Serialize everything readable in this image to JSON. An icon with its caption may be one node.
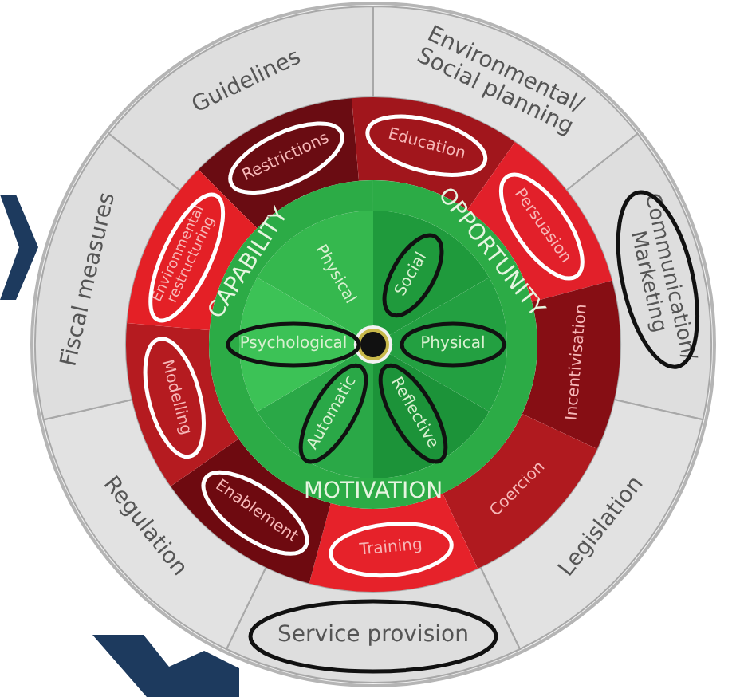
{
  "diagram": {
    "nodes": [
      {
        "text": [
          "Guidelines"
        ]
      },
      {
        "text": [
          "Environmental/ Social planning"
        ]
      },
      {
        "text": [
          "Communication/ Marketing"
        ]
      },
      {
        "text": [
          "Legislation"
        ]
      },
      {
        "text": [
          "Service provision"
        ]
      },
      {
        "text": [
          "Regulation"
        ]
      },
      {
        "text": [
          "Fiscal measures"
        ]
      },
      {
        "text": [
          "Restrictions"
        ]
      },
      {
        "text": [
          "Education"
        ]
      },
      {
        "text": [
          "Persuasion"
        ]
      },
      {
        "text": [
          "Incentivisation"
        ]
      },
      {
        "text": [
          "Coercion"
        ]
      },
      {
        "text": [
          "Training"
        ]
      },
      {
        "text": [
          "Enablement"
        ]
      },
      {
        "text": [
          "Modelling"
        ]
      },
      {
        "text": [
          "Environmental restructuring"
        ]
      },
      {
        "text": [
          "Physical"
        ]
      },
      {
        "text": [
          "Social"
        ]
      },
      {
        "text": [
          "Physical"
        ]
      },
      {
        "text": [
          "Reflective"
        ]
      },
      {
        "text": [
          "Automatic"
        ]
      },
      {
        "text": [
          "Psychological"
        ]
      },
      {
        "text": [],
        "shape": "chevron"
      },
      {
        "text": [],
        "shape": "chevron"
      }
    ],
    "labels": [
      "CAPABILITY",
      "OPPORTUNITY",
      "MOTIVATION"
    ]
  }
}
